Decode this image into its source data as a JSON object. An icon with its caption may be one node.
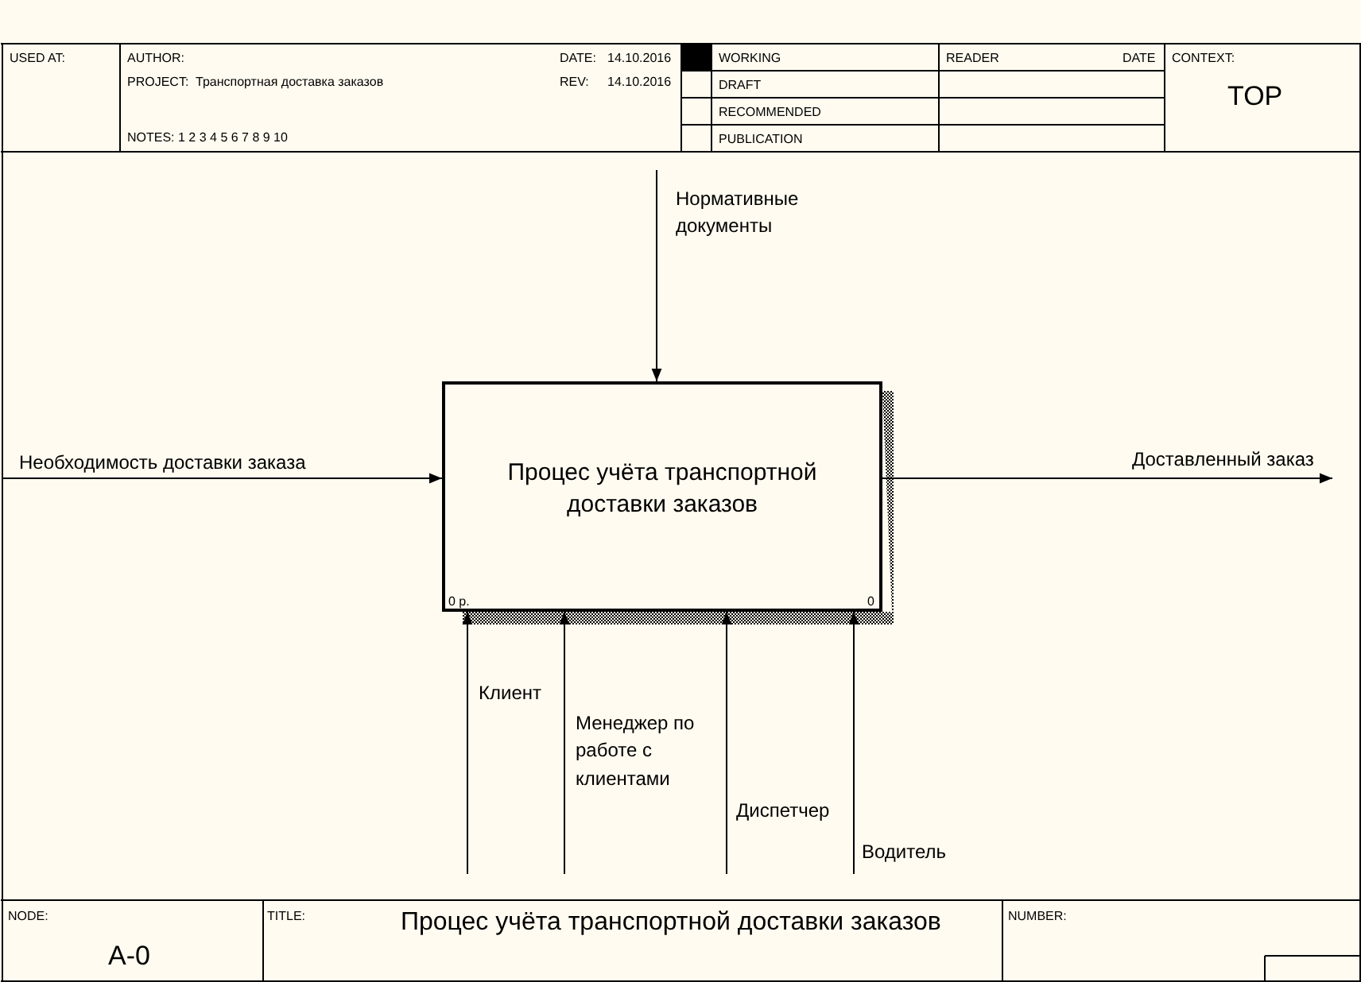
{
  "diagram": {
    "title": "Процес учёта транспортной доставки заказов",
    "nodes": [
      {
        "text": [
          "Процес учёта транспортной доставки заказов",
          "0 р.",
          "0"
        ]
      },
      {
        "text": [
          "Нормативные документы"
        ]
      },
      {
        "text": [
          "Необходимость доставки заказа"
        ]
      },
      {
        "text": [
          "Доставленный заказ"
        ]
      },
      {
        "text": [
          "Клиент"
        ]
      },
      {
        "text": [
          "Менеджер по работе с клиентами"
        ]
      },
      {
        "text": [
          "Диспетчер"
        ]
      },
      {
        "text": [
          "Водитель"
        ]
      }
    ],
    "edges": [
      {
        "from": 1,
        "to": 0,
        "arrow": "to"
      },
      {
        "from": 2,
        "to": 0,
        "arrow": "to"
      },
      {
        "from": 0,
        "to": 3,
        "arrow": "to"
      },
      {
        "from": 4,
        "to": 0,
        "arrow": "to"
      },
      {
        "from": 5,
        "to": 0,
        "arrow": "to"
      },
      {
        "from": 6,
        "to": 0,
        "arrow": "to"
      },
      {
        "from": 7,
        "to": 0,
        "arrow": "to"
      }
    ],
    "labels": [
      "USED AT:",
      "AUTHOR:",
      "DATE:",
      "14.10.2016",
      "WORKING",
      "READER",
      "DATE",
      "CONTEXT:",
      "PROJECT:",
      "Транспортная доставка заказов",
      "REV:",
      "14.10.2016",
      "DRAFT",
      "TOP",
      "RECOMMENDED",
      "NOTES: 1 2 3 4 5 6 7 8 9 10",
      "PUBLICATION",
      "NODE:",
      "TITLE:",
      "NUMBER:",
      "A-0"
    ]
  }
}
